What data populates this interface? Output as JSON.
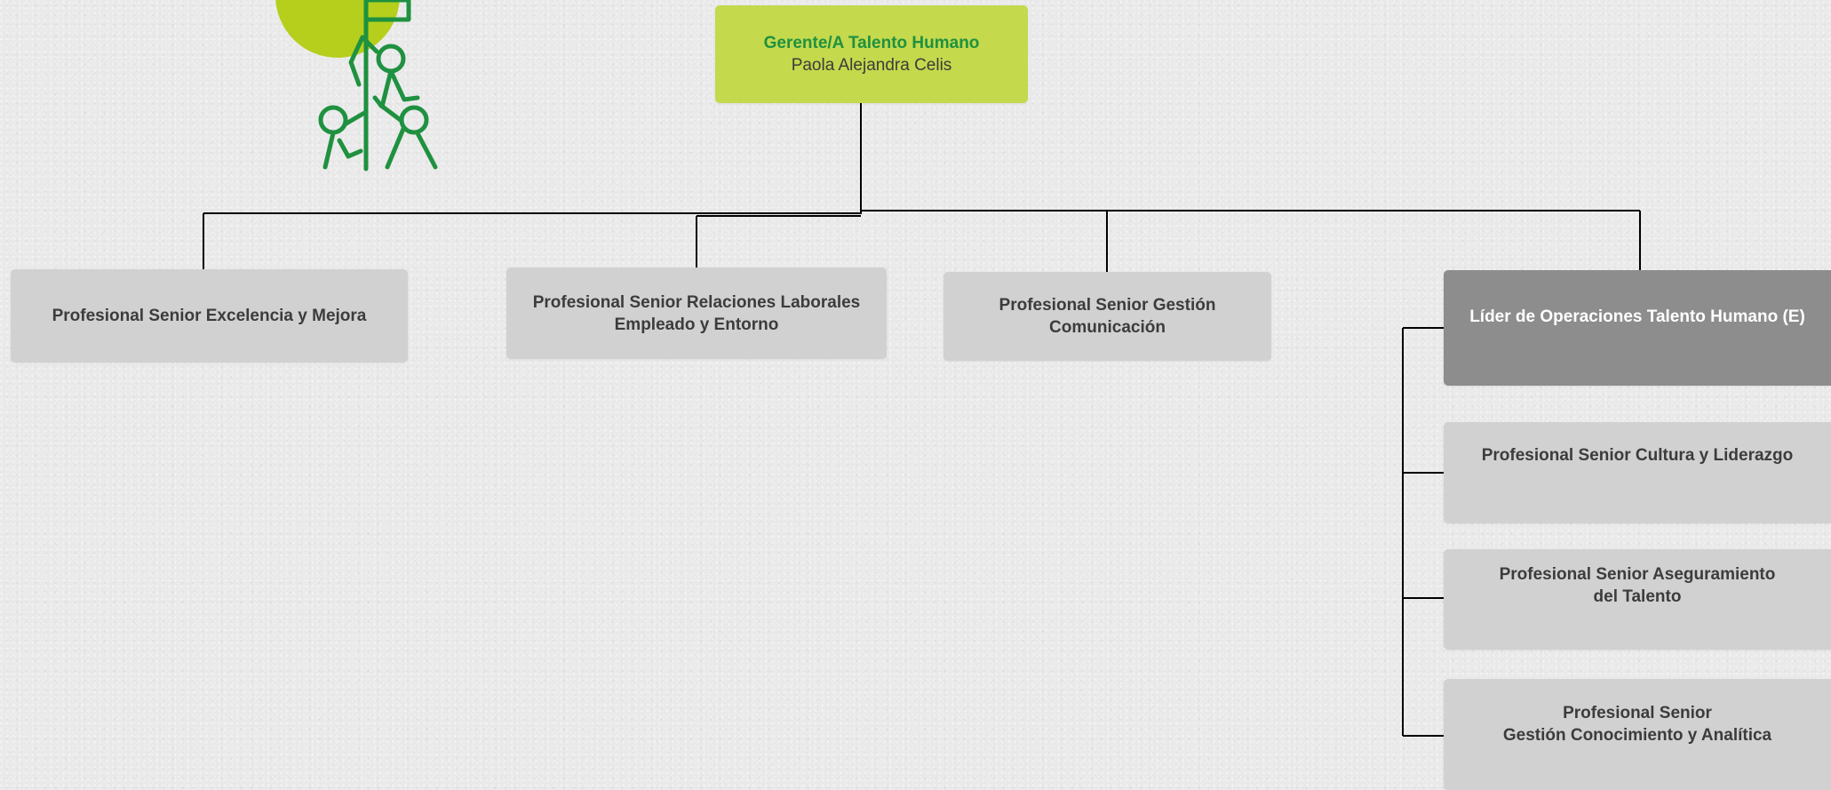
{
  "chart": {
    "root": {
      "title": "Gerente/A Talento Humano",
      "name": "Paola Alejandra Celis"
    },
    "level1": [
      {
        "line1": "Profesional Senior Excelencia y Mejora",
        "line2": ""
      },
      {
        "line1": "Profesional Senior Relaciones Laborales",
        "line2": "Empleado y Entorno"
      },
      {
        "line1": "Profesional Senior Gestión",
        "line2": "Comunicación"
      },
      {
        "line1": "Líder de Operaciones Talento Humano (E)",
        "line2": ""
      }
    ],
    "level2": [
      {
        "line1": "Profesional Senior Cultura y Liderazgo",
        "line2": ""
      },
      {
        "line1": "Profesional Senior Aseguramiento",
        "line2": "del Talento"
      },
      {
        "line1": "Profesional Senior",
        "line2": "Gestión Conocimiento y Analítica"
      }
    ]
  },
  "colors": {
    "root_fill": "#c4d94c",
    "root_title": "#1f9140",
    "node_fill": "#d1d1d1",
    "leader_fill": "#8d8d8d",
    "connector": "#000000",
    "illustration_green": "#1f9140",
    "illustration_circle": "#b5cf1c"
  },
  "icons": {
    "illustration": "team-climbing-flag-icon"
  }
}
